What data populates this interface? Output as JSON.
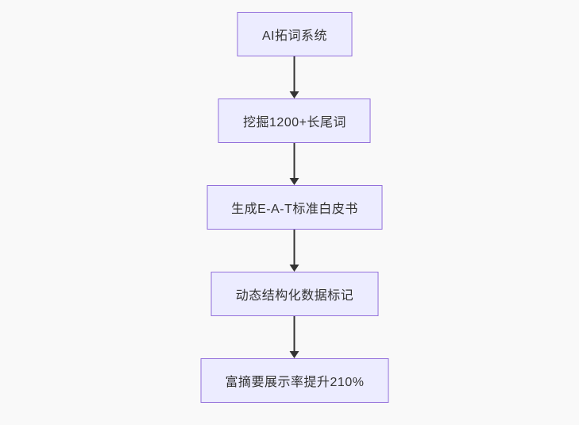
{
  "canvas": {
    "background_color": "#f9f9f9"
  },
  "flowchart": {
    "type": "flowchart",
    "orientation": "top-down",
    "style": {
      "node_fill": "#ECECFF",
      "node_border": "#9370DB",
      "node_text_color": "#333333",
      "edge_color": "#333333"
    },
    "nodes": [
      {
        "label": "AI拓词系统"
      },
      {
        "label": "挖掘1200+长尾词"
      },
      {
        "label": "生成E-A-T标准白皮书"
      },
      {
        "label": "动态结构化数据标记"
      },
      {
        "label": "富摘要展示率提升210%"
      }
    ],
    "edges": [
      {
        "from": "AI拓词系统",
        "to": "挖掘1200+长尾词"
      },
      {
        "from": "挖掘1200+长尾词",
        "to": "生成E-A-T标准白皮书"
      },
      {
        "from": "生成E-A-T标准白皮书",
        "to": "动态结构化数据标记"
      },
      {
        "from": "动态结构化数据标记",
        "to": "富摘要展示率提升210%"
      }
    ]
  }
}
